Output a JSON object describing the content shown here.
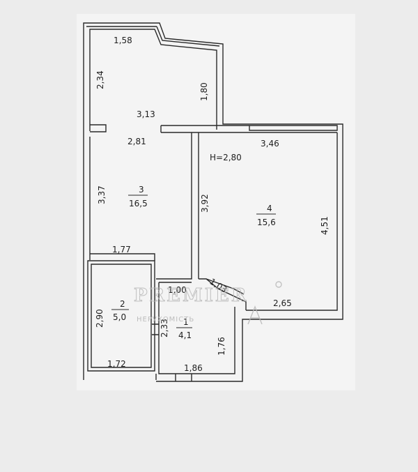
{
  "plan": {
    "ceiling_height": "H=2,80",
    "rooms": [
      {
        "id": "3",
        "number": "3",
        "area": "16,5"
      },
      {
        "id": "4",
        "number": "4",
        "area": "15,6"
      },
      {
        "id": "2",
        "number": "2",
        "area": "5,0"
      },
      {
        "id": "1",
        "number": "1",
        "area": "4,1"
      }
    ],
    "dimensions": {
      "d_1_58": "1,58",
      "d_2_34": "2,34",
      "d_1_80": "1,80",
      "d_3_13": "3,13",
      "d_2_81": "2,81",
      "d_3_46": "3,46",
      "d_3_37": "3,37",
      "d_3_92": "3,92",
      "d_4_51": "4,51",
      "d_1_77": "1,77",
      "d_1_00": "1,00",
      "d_1_03": "1,03",
      "d_2_65": "2,65",
      "d_2_90": "2,90",
      "d_2_33": "2,33",
      "d_1_76": "1,76",
      "d_1_72": "1,72",
      "d_1_86": "1,86"
    }
  },
  "watermark": {
    "brand": "PREMIER",
    "subtitle": "НЕРУХОМІСТЬ",
    "logo_icon": "a-logo-icon"
  },
  "colors": {
    "background": "#ececec",
    "wall": "#2a2a2a",
    "text": "#1e1e1e"
  }
}
